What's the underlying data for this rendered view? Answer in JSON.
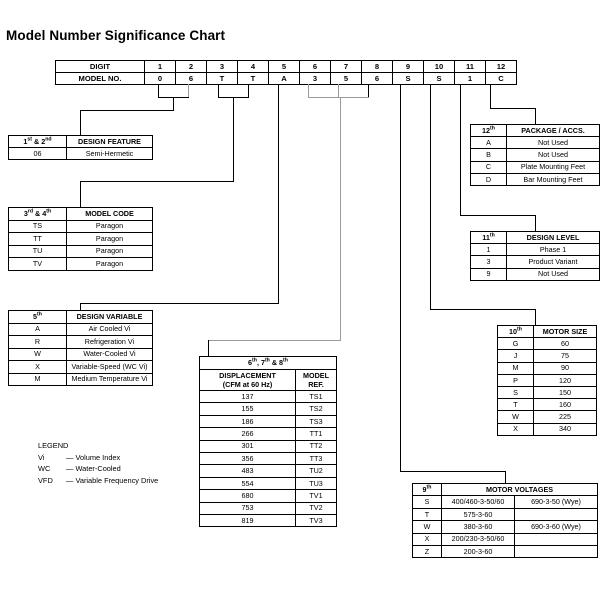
{
  "page": {
    "title": "Model Number Significance Chart"
  },
  "digit_table": {
    "row_labels": [
      "DIGIT",
      "MODEL NO."
    ],
    "digits": [
      "1",
      "2",
      "3",
      "4",
      "5",
      "6",
      "7",
      "8",
      "9",
      "10",
      "11",
      "12"
    ],
    "model_no": [
      "0",
      "6",
      "T",
      "T",
      "A",
      "3",
      "5",
      "6",
      "S",
      "S",
      "1",
      "C"
    ]
  },
  "design_feature": {
    "header": [
      "1st & 2nd",
      "DESIGN FEATURE"
    ],
    "header_sup": [
      [
        "1",
        "st",
        " & 2",
        "nd"
      ]
    ],
    "rows": [
      [
        "06",
        "Semi-Hermetic"
      ]
    ]
  },
  "model_code": {
    "header": [
      "3rd & 4th",
      "MODEL CODE"
    ],
    "rows": [
      [
        "TS",
        "Paragon"
      ],
      [
        "TT",
        "Paragon"
      ],
      [
        "TU",
        "Paragon"
      ],
      [
        "TV",
        "Paragon"
      ]
    ]
  },
  "design_variable": {
    "header": [
      "5th",
      "DESIGN VARIABLE"
    ],
    "rows": [
      [
        "A",
        "Air Cooled Vi"
      ],
      [
        "R",
        "Refrigeration Vi"
      ],
      [
        "W",
        "Water-Cooled Vi"
      ],
      [
        "X",
        "Variable-Speed (WC Vi)"
      ],
      [
        "M",
        "Medium Temperature Vi"
      ]
    ]
  },
  "legend": {
    "title": "LEGEND",
    "items": [
      {
        "key": "Vi",
        "dash": "—",
        "text": "Volume Index"
      },
      {
        "key": "WC",
        "dash": "—",
        "text": "Water-Cooled"
      },
      {
        "key": "VFD",
        "dash": "—",
        "text": "Variable Frequency Drive"
      }
    ]
  },
  "displacement": {
    "group_header": "6th, 7th & 8th",
    "col_headers": [
      "DISPLACEMENT",
      "(CFM at 60 Hz)",
      "MODEL",
      "REF."
    ],
    "rows": [
      [
        "137",
        "TS1"
      ],
      [
        "155",
        "TS2"
      ],
      [
        "186",
        "TS3"
      ],
      [
        "266",
        "TT1"
      ],
      [
        "301",
        "TT2"
      ],
      [
        "356",
        "TT3"
      ],
      [
        "483",
        "TU2"
      ],
      [
        "554",
        "TU3"
      ],
      [
        "680",
        "TV1"
      ],
      [
        "753",
        "TV2"
      ],
      [
        "819",
        "TV3"
      ]
    ]
  },
  "package": {
    "header": [
      "12th",
      "PACKAGE / ACCS."
    ],
    "rows": [
      [
        "A",
        "Not Used"
      ],
      [
        "B",
        "Not Used"
      ],
      [
        "C",
        "Plate Mounting Feet"
      ],
      [
        "D",
        "Bar Mounting Feet"
      ]
    ]
  },
  "design_level": {
    "header": [
      "11th",
      "DESIGN LEVEL"
    ],
    "rows": [
      [
        "1",
        "Phase 1"
      ],
      [
        "3",
        "Product Variant"
      ],
      [
        "9",
        "Not Used"
      ]
    ]
  },
  "motor_size": {
    "header": [
      "10th",
      "MOTOR SIZE"
    ],
    "rows": [
      [
        "G",
        "60"
      ],
      [
        "J",
        "75"
      ],
      [
        "M",
        "90"
      ],
      [
        "P",
        "120"
      ],
      [
        "S",
        "150"
      ],
      [
        "T",
        "160"
      ],
      [
        "W",
        "225"
      ],
      [
        "X",
        "340"
      ]
    ]
  },
  "motor_voltages": {
    "header": [
      "9th",
      "MOTOR VOLTAGES"
    ],
    "rows": [
      [
        "S",
        "400/460-3-50/60",
        "690-3-50 (Wye)"
      ],
      [
        "T",
        "575-3-60",
        ""
      ],
      [
        "W",
        "380-3-60",
        "690-3-60 (Wye)"
      ],
      [
        "X",
        "200/230-3-50/60",
        ""
      ],
      [
        "Z",
        "200-3-60",
        ""
      ]
    ]
  },
  "colors": {
    "line": "#000000",
    "line_light": "#9a9a9a",
    "background": "#ffffff"
  }
}
